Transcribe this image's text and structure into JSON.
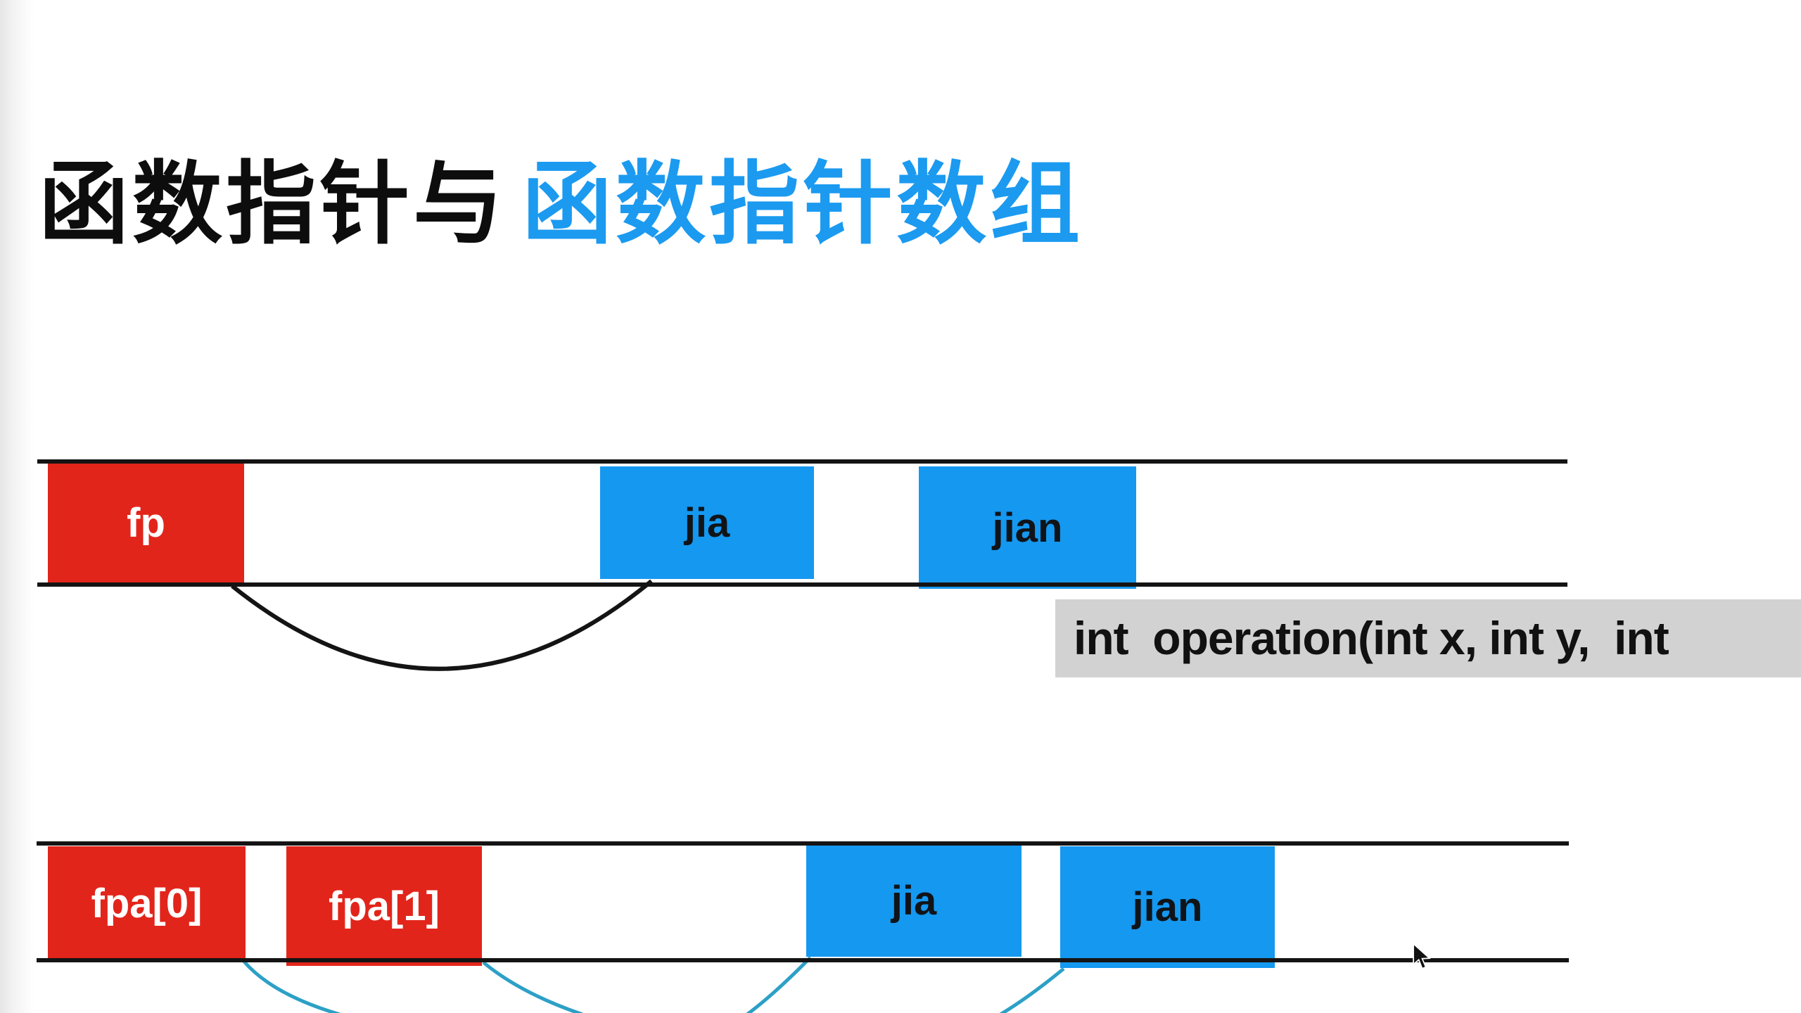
{
  "page": {
    "title_black": "函数指针与",
    "title_blue": "函数指针数组"
  },
  "memory_band_1": {
    "cells": [
      {
        "label": "fp",
        "color": "red"
      },
      {
        "label": "jia",
        "color": "blue"
      },
      {
        "label": "jian",
        "color": "blue"
      }
    ]
  },
  "memory_band_2": {
    "cells": [
      {
        "label": "fpa[0]",
        "color": "red"
      },
      {
        "label": "fpa[1]",
        "color": "red"
      },
      {
        "label": "jia",
        "color": "blue"
      },
      {
        "label": "jian",
        "color": "blue"
      }
    ]
  },
  "code_annotation": {
    "text": "int  operation(int x, int y,  int"
  },
  "icons": {
    "cursor": "arrow-cursor-icon"
  },
  "colors": {
    "cell_red": "#E2251B",
    "cell_blue": "#1598F0",
    "title_blue": "#1B9AF0",
    "pointer_curve_black": "#141414",
    "pointer_curve_teal": "#2DA0C6",
    "code_box_gray": "#D2D2D2",
    "band_line": "#141414"
  }
}
